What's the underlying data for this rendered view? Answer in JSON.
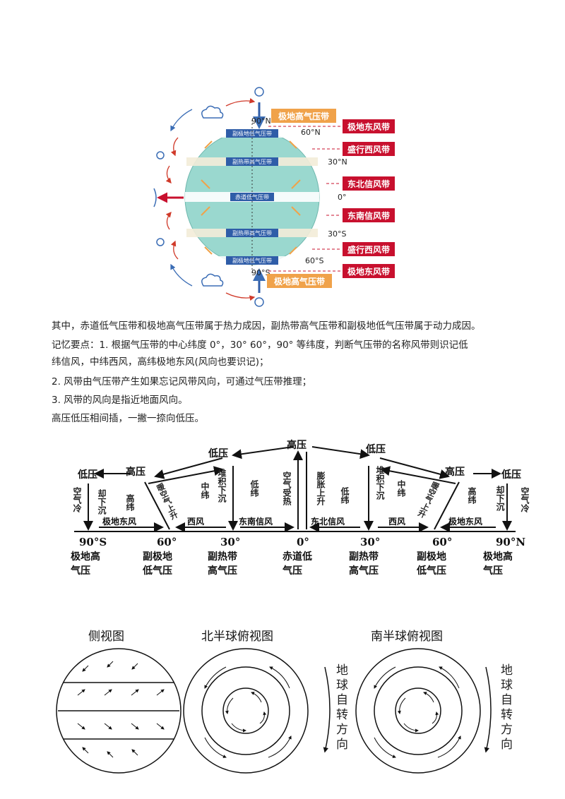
{
  "globe": {
    "pressure_top": "极地高气压带",
    "pressure_bottom": "极地高气压带",
    "lat_labels": [
      "90°N",
      "60°N",
      "30°N",
      "0°",
      "30°S",
      "60°S",
      "90°S"
    ],
    "band_labels": [
      "副极地低气压带",
      "副热带高气压带",
      "赤道低气压带",
      "副热带高气压带",
      "副极地低气压带"
    ],
    "wind_labels": [
      "极地东风带",
      "盛行西风带",
      "东北信风带",
      "东南信风带",
      "盛行西风带",
      "极地东风带"
    ],
    "colors": {
      "red": "#c8102e",
      "orange": "#f0a24a",
      "globe": "#8fd3c9",
      "band": "#2f5da8"
    }
  },
  "text": {
    "line1": "其中，赤道低气压带和极地高气压带属于热力成因，副热带高气压带和副极地低气压带属于动力成因。",
    "line2": "记忆要点：1. 根据气压带的中心纬度 0°，30° 60°，90° 等纬度，判断气压带的名称风带则识记低",
    "line3": "纬信风，中纬西风，高纬极地东风(风向也要识记)；",
    "line4": "2. 风带由气压带产生如果忘记风带风向，可通过气压带推理；",
    "line5": "3. 风带的风向是指近地面风向。",
    "line6": "高压低压相间插，一撇一捺向低压。"
  },
  "circulation": {
    "top": {
      "low_left1": "低压",
      "high_left": "高压",
      "low_left2": "低压",
      "high_center": "高压",
      "low_right2": "低压",
      "high_right": "高压",
      "low_right1": "低压"
    },
    "vertical": {
      "air_cold_l": "空气冷",
      "sink_l": "却下沉",
      "high_l": "高纬",
      "warm_rise_l": "暖空气上升",
      "mid_l": "中纬",
      "pile_l": "堆积下沉",
      "low_l": "低纬",
      "air_hot": "空气受热",
      "expand": "膨胀上升",
      "low_r": "低纬",
      "pile_r": "堆积下沉",
      "mid_r": "中纬",
      "warm_rise_r": "暖空气上升",
      "high_r": "高纬",
      "sink_r": "却下沉",
      "air_cold_r": "空气冷"
    },
    "winds": {
      "polar_east_l": "极地东风",
      "west_l": "西风",
      "se_trade": "东南信风",
      "ne_trade": "东北信风",
      "west_r": "西风",
      "polar_east_r": "极地东风"
    },
    "lats": [
      "90°S",
      "60°",
      "30°",
      "0°",
      "30°",
      "60°",
      "90°N"
    ],
    "belts": [
      [
        "极地高",
        "气压"
      ],
      [
        "副极地",
        "低气压"
      ],
      [
        "副热带",
        "高气压"
      ],
      [
        "赤道低",
        "气压"
      ],
      [
        "副热带",
        "高气压"
      ],
      [
        "副极地",
        "低气压"
      ],
      [
        "极地高",
        "气压"
      ]
    ]
  },
  "views": {
    "side": "侧视图",
    "north": "北半球俯视图",
    "south": "南半球俯视图",
    "rotation": "地球自转方向"
  }
}
